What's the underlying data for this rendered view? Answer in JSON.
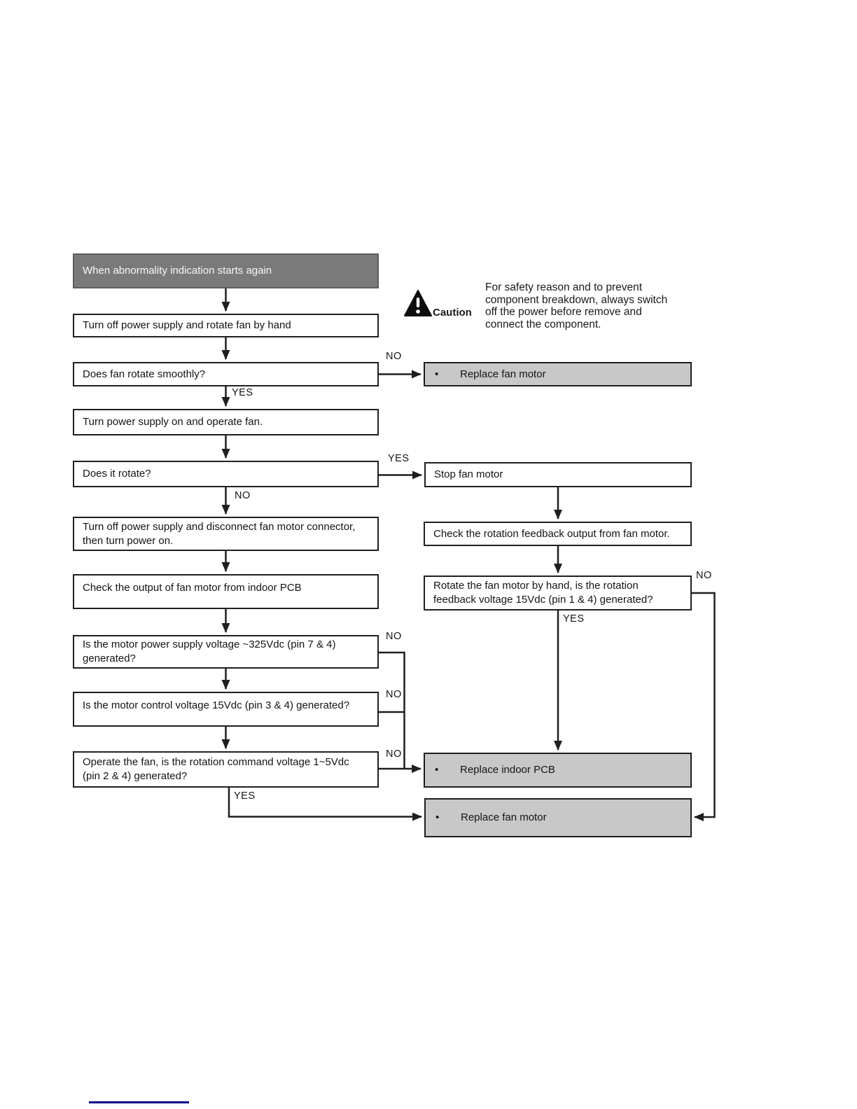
{
  "colors": {
    "title_bg": "#7a7a7a",
    "title_text": "#f8f8f8",
    "result_bg": "#c8c8c8",
    "line": "#1f1f1f",
    "link_line": "#00008b"
  },
  "bullet": "•",
  "labels": {
    "yes": "YES",
    "no": "NO"
  },
  "caution": {
    "label": "Caution",
    "lines": [
      "For safety reason and to prevent",
      "component breakdown, always switch",
      "off the power before remove and",
      "connect the component."
    ]
  },
  "nodes": {
    "start": "When abnormality indication starts again",
    "turn_off_rotate_by_hand": "Turn off power supply and rotate fan by hand",
    "does_fan_rotate_smoothly": "Does fan rotate smoothly?",
    "replace_fan_motor_top": "Replace fan motor",
    "turn_power_on_operate": "Turn power supply on and operate fan.",
    "does_it_rotate": "Does it rotate?",
    "stop_fan_motor": "Stop fan motor",
    "disconnect_fan_motor_connector": "Turn off power supply and disconnect fan motor connector, then turn power on.",
    "check_rotation_feedback": "Check the rotation feedback output from fan motor.",
    "check_output_indoor_pcb": "Check the output of fan motor from indoor PCB",
    "rotation_feedback_voltage": "Rotate the fan motor by hand, is the rotation feedback voltage 15Vdc (pin 1 & 4) generated?",
    "motor_power_supply_voltage": "Is the motor power supply voltage ~325Vdc (pin 7 & 4) generated?",
    "motor_control_voltage": "Is the motor control voltage 15Vdc (pin 3 & 4) generated?",
    "rotation_command_voltage": "Operate the fan, is the rotation command voltage 1~5Vdc (pin 2 & 4) generated?",
    "replace_indoor_pcb": "Replace indoor PCB",
    "replace_fan_motor_bottom": "Replace fan motor"
  }
}
